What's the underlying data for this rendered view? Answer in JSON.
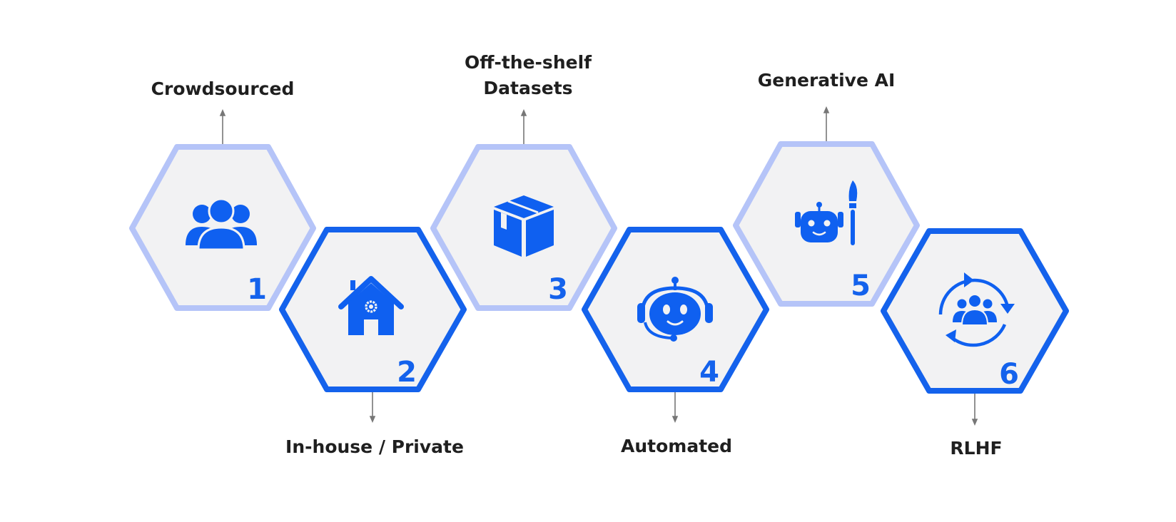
{
  "colors": {
    "hex_fill": "#f2f2f3",
    "dark_border": "#1462ec",
    "light_border": "#b5c4f8",
    "icon": "#0f60f0",
    "arrow": "#777777",
    "text": "#1f1f1f"
  },
  "steps": [
    {
      "number": "1",
      "label_lines": [
        "Crowdsourced"
      ],
      "icon": "people-group-icon"
    },
    {
      "number": "2",
      "label_lines": [
        "In-house / Private"
      ],
      "icon": "house-gear-icon"
    },
    {
      "number": "3",
      "label_lines": [
        "Off-the-shelf",
        "Datasets"
      ],
      "icon": "box-icon"
    },
    {
      "number": "4",
      "label_lines": [
        "Automated"
      ],
      "icon": "robot-headset-icon"
    },
    {
      "number": "5",
      "label_lines": [
        "Generative AI"
      ],
      "icon": "robot-brush-icon"
    },
    {
      "number": "6",
      "label_lines": [
        "RLHF"
      ],
      "icon": "people-cycle-icon"
    }
  ]
}
